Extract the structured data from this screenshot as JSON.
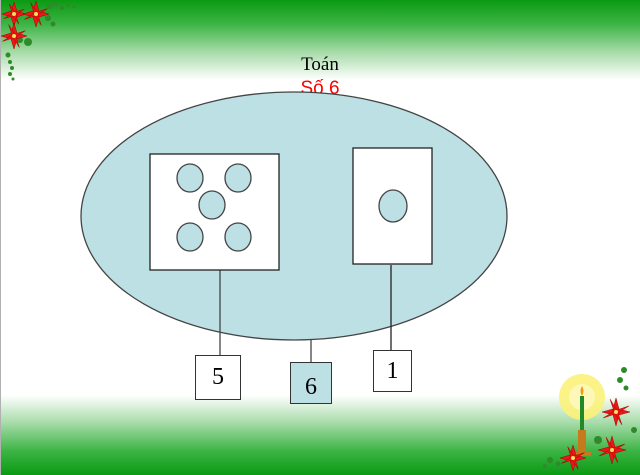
{
  "slide": {
    "title": "Toán",
    "subtitle": "Số 6",
    "colors": {
      "title": "#000000",
      "subtitle": "#ff0000",
      "set_fill": "#bde0e4",
      "band_green": "#0a9a12"
    }
  },
  "diagram": {
    "set_ellipse": {
      "label": "set-of-6"
    },
    "groups": [
      {
        "name": "group-five-dots",
        "dot_count": 5,
        "linked_number": "5"
      },
      {
        "name": "group-one-dot",
        "dot_count": 1,
        "linked_number": "1"
      }
    ],
    "number_boxes": [
      {
        "value": "5",
        "highlighted": false
      },
      {
        "value": "6",
        "highlighted": true
      },
      {
        "value": "1",
        "highlighted": false
      }
    ]
  },
  "decorations": {
    "top_left": "poinsettia-icon",
    "bottom_right": "candle-poinsettia-icon"
  }
}
